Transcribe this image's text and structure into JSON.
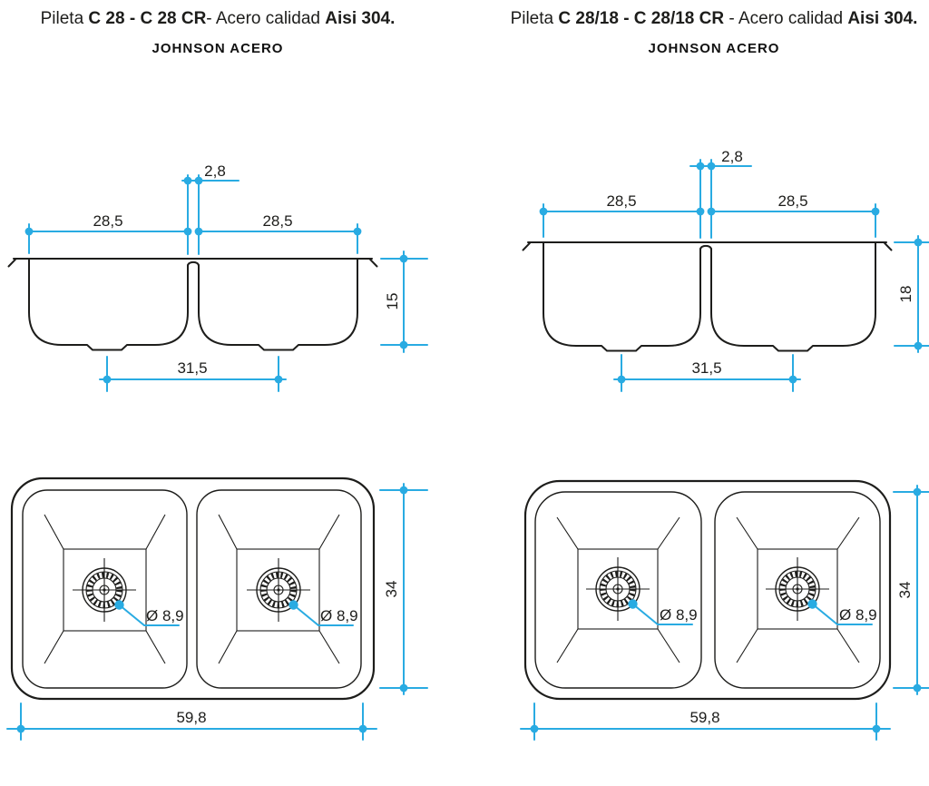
{
  "colors": {
    "accent": "#29abe2",
    "line": "#1d1d1b"
  },
  "panels": [
    {
      "title_prefix": "Pileta ",
      "title_model": "C 28 - C 28 CR",
      "title_mid": "- Acero calidad ",
      "title_grade": "Aisi 304.",
      "brand": "JOHNSON ACERO",
      "elevation": {
        "divider_gap": "2,8",
        "bowl_left_width": "28,5",
        "bowl_right_width": "28,5",
        "depth": "15",
        "drain_spacing": "31,5"
      },
      "plan": {
        "length": "34",
        "width": "59,8",
        "drain_diameter_left": "Ø 8,9",
        "drain_diameter_right": "Ø 8,9"
      }
    },
    {
      "title_prefix": "Pileta ",
      "title_model": "C 28/18 - C 28/18 CR",
      "title_mid": " - Acero calidad ",
      "title_grade": "Aisi 304.",
      "brand": "JOHNSON ACERO",
      "elevation": {
        "divider_gap": "2,8",
        "bowl_left_width": "28,5",
        "bowl_right_width": "28,5",
        "depth": "18",
        "drain_spacing": "31,5"
      },
      "plan": {
        "length": "34",
        "width": "59,8",
        "drain_diameter_left": "Ø 8,9",
        "drain_diameter_right": "Ø 8,9"
      }
    }
  ]
}
